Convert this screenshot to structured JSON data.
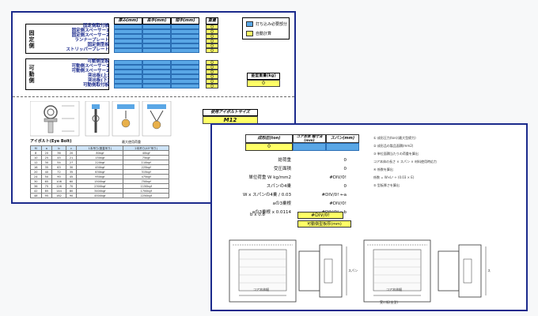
{
  "sheet_a": {
    "header": {
      "col1": "厚み(mm)",
      "col2": "長手(mm)",
      "col3": "短手(mm)",
      "col4": "重量(kg)"
    },
    "fixed_group": {
      "title": "固定側",
      "rows": [
        "固定側取付板",
        "固定側スペーサー1",
        "固定側スペーサー2",
        "ランナープレート",
        "固定側型板",
        "ストリッパープレート"
      ],
      "weights": [
        "0",
        "0",
        "0",
        "0",
        "0",
        "0"
      ]
    },
    "movable_group": {
      "title": "可動側",
      "rows": [
        "可動側型板",
        "可動側スペーサー1",
        "可動側スペーサー2",
        "突出板(上)",
        "突出板(下)",
        "可動側取付板"
      ],
      "weights": [
        "0",
        "0",
        "0",
        "0",
        "0",
        "0"
      ]
    },
    "legend": {
      "input_label": "打ち込み必要部分",
      "auto_label": "自動計算"
    },
    "total": {
      "label": "金型重量(kg)",
      "value": "0"
    },
    "eyebolt": {
      "label": "使用アイボルトサイズ",
      "value": "M12"
    },
    "bolt_table": {
      "title": "アイボルト(Eye Bolt)",
      "subtitle": "最大使用荷重",
      "headers": [
        "M",
        "a",
        "b",
        "c",
        "1本吊り(垂直吊り)",
        "2本吊り(45°吊り)"
      ],
      "rows": [
        [
          "8",
          "20",
          "36",
          "20",
          "80kgf",
          "40kgf"
        ],
        [
          "10",
          "25",
          "45",
          "21",
          "150kgf",
          "75kgf"
        ],
        [
          "12",
          "30",
          "54",
          "27",
          "220kgf",
          "110kgf"
        ],
        [
          "16",
          "35",
          "63",
          "30",
          "450kgf",
          "225kgf"
        ],
        [
          "20",
          "40",
          "72",
          "35",
          "630kgf",
          "315kgf"
        ],
        [
          "24",
          "50",
          "90",
          "45",
          "950kgf",
          "475kgf"
        ],
        [
          "30",
          "65",
          "108",
          "60",
          "1500kgf",
          "750kgf"
        ],
        [
          "36",
          "75",
          "126",
          "70",
          "2300kgf",
          "1150kgf"
        ],
        [
          "42",
          "85",
          "144",
          "80",
          "3400kgf",
          "1700kgf"
        ],
        [
          "48",
          "95",
          "162",
          "90",
          "4500kgf",
          "2250kgf"
        ]
      ]
    }
  },
  "sheet_b": {
    "header": {
      "col1": "成形圧(ton)",
      "col2": "コア本体 幅寸法(mm)",
      "col3": "スパン(mm)"
    },
    "pressure_value": "0",
    "calc_rows": [
      {
        "label": "総荷重",
        "value": "0"
      },
      {
        "label": "受圧面積",
        "value": "0"
      },
      {
        "label": "単位荷重 W kg/mm2",
        "value": "#DIV/0!"
      },
      {
        "label": "スパンの4乗",
        "value": "0"
      },
      {
        "label": "W x スパンの4乗 / 0.03",
        "value": "#DIV/0! ←a"
      },
      {
        "label": "aの3乗根",
        "value": "#DIV/0!"
      },
      {
        "label": "aの3乗根 x 0.0114",
        "value": "#DIV/0! ←b"
      },
      {
        "label": "b x 0.8",
        "value": "#DIV/0!"
      }
    ],
    "result_label": "可動側型板厚(mm)",
    "notes": [
      "① 成形圧力(ton)(最大型締力)",
      "② 成形品の製品面積(mm2)",
      "③ 単位面積当たりの荷重を算出",
      "コア本体の長さ × スパン × 材料使用時応力",
      "④ 係数を算出",
      "係数 = W×L⁴ ÷ (0.03 × E)",
      "⑤ 型板厚さを算出"
    ],
    "drawing_labels": {
      "core_width": "コア本体幅",
      "span": "スパン",
      "retainer": "受け板(金型)",
      "pillar": "ス"
    }
  }
}
